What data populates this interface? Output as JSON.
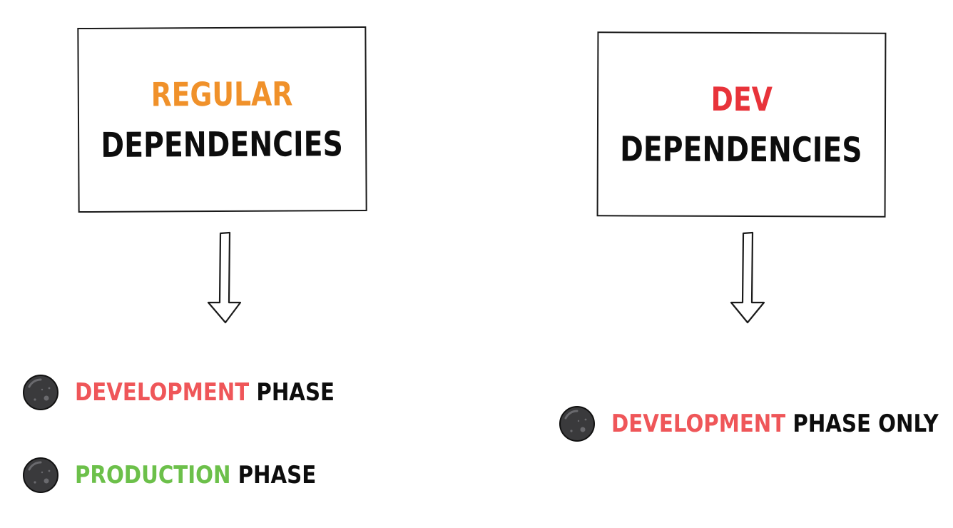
{
  "colors": {
    "regular": "#f0912a",
    "dev": "#e8333a",
    "development": "#ef5659",
    "production": "#6cc04a",
    "text": "#0d0d0d",
    "bullet_fill": "#3a3a3c"
  },
  "left_box": {
    "title_top": "REGULAR",
    "title_bottom": "DEPENDENCIES"
  },
  "right_box": {
    "title_top": "DEV",
    "title_bottom": "DEPENDENCIES"
  },
  "left_bullets": [
    {
      "colored": "DEVELOPMENT",
      "rest": " PHASE",
      "icon": "moon-bullet-icon"
    },
    {
      "colored": "PRODUCTION",
      "rest": " PHASE",
      "icon": "moon-bullet-icon"
    }
  ],
  "right_bullets": [
    {
      "colored": "DEVELOPMENT",
      "rest": " PHASE ONLY",
      "icon": "moon-bullet-icon"
    }
  ]
}
